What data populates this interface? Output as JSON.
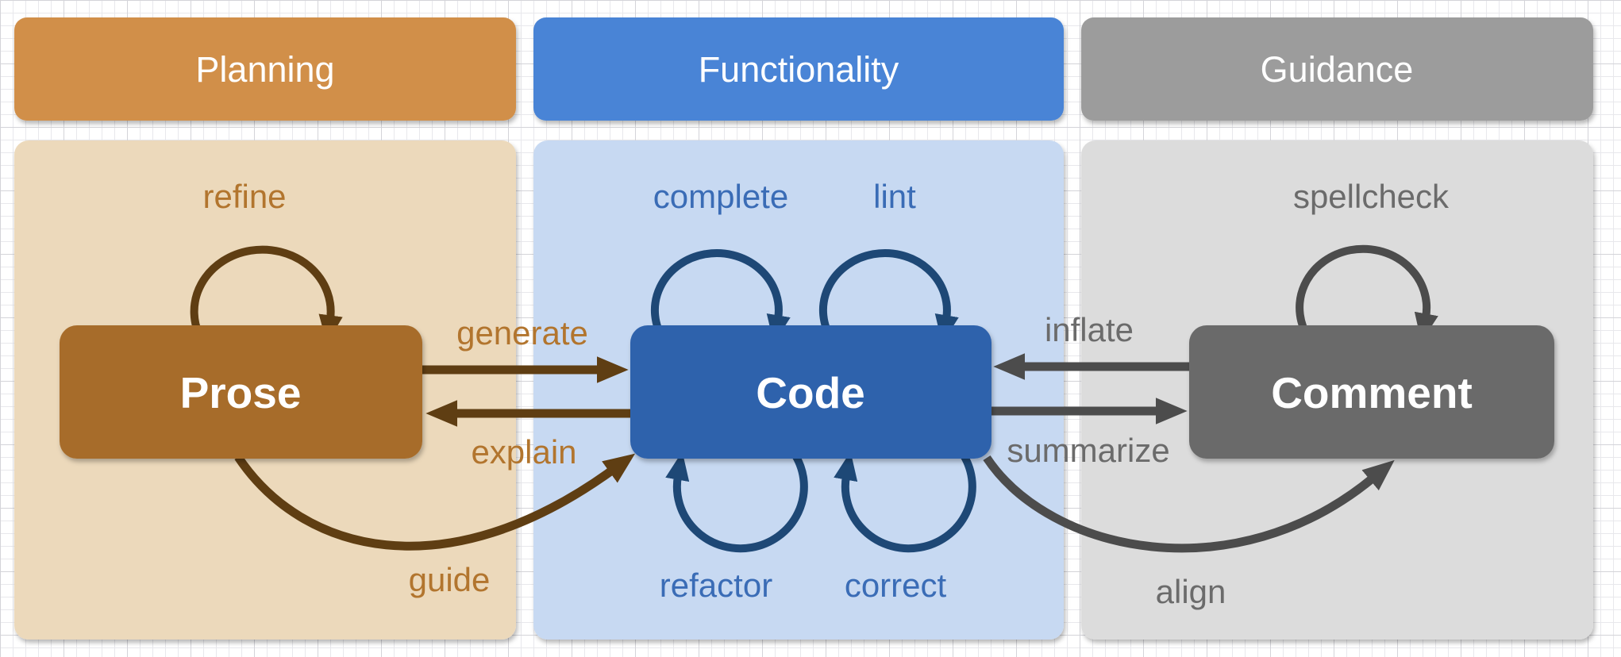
{
  "diagram": {
    "title_hint": "Prose-Code-Comment transformation diagram",
    "columns": [
      {
        "header": "Planning",
        "header_color": "#D18F4A",
        "panel_color": "#ECD9BB",
        "node": {
          "label": "Prose",
          "color": "#A76C29"
        },
        "label_color": "#B2752E",
        "arrow_color": "#5F3E13",
        "edges": {
          "refine": "refine",
          "generate": "generate",
          "explain": "explain",
          "guide": "guide"
        }
      },
      {
        "header": "Functionality",
        "header_color": "#4A84D6",
        "panel_color": "#C7D9F2",
        "node": {
          "label": "Code",
          "color": "#2F62AC"
        },
        "label_color": "#3A6CB6",
        "arrow_color": "#1E4876",
        "edges": {
          "complete": "complete",
          "lint": "lint",
          "refactor": "refactor",
          "correct": "correct"
        }
      },
      {
        "header": "Guidance",
        "header_color": "#9C9C9C",
        "panel_color": "#DCDCDC",
        "node": {
          "label": "Comment",
          "color": "#6B6B6B"
        },
        "label_color": "#6B6B6B",
        "arrow_color": "#4C4C4C",
        "edges": {
          "spellcheck": "spellcheck",
          "inflate": "inflate",
          "summarize": "summarize",
          "align": "align"
        }
      }
    ]
  }
}
